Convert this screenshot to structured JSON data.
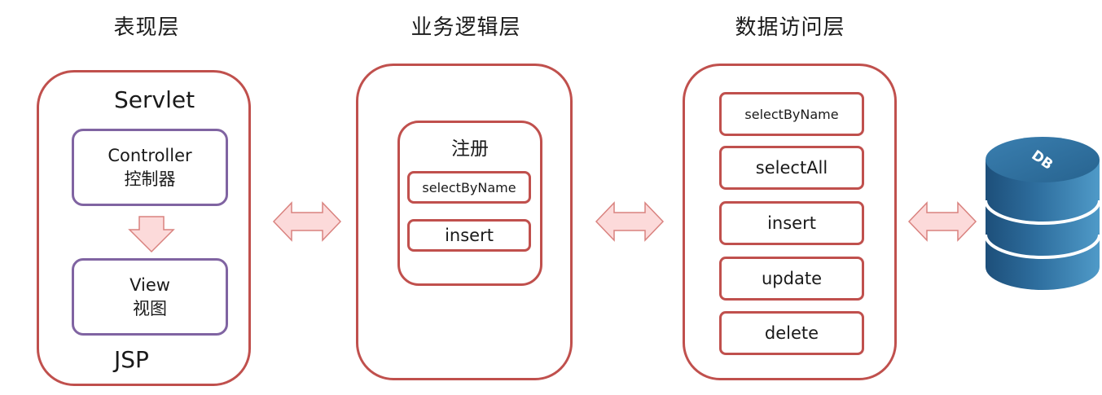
{
  "layers": [
    {
      "title": "表现层"
    },
    {
      "title": "业务逻辑层"
    },
    {
      "title": "数据访问层"
    }
  ],
  "presentation": {
    "servlet_label": "Servlet",
    "controller": {
      "line1": "Controller",
      "line2": "控制器"
    },
    "view": {
      "line1": "View",
      "line2": "视图"
    },
    "jsp_label": "JSP"
  },
  "business": {
    "register_label": "注册",
    "methods": [
      "selectByName",
      "insert"
    ]
  },
  "data_access": {
    "methods": [
      "selectByName",
      "selectAll",
      "insert",
      "update",
      "delete"
    ]
  },
  "database": {
    "label": "DB"
  },
  "colors": {
    "panel_border": "#c0504d",
    "purple_border": "#8064a2",
    "arrow_fill": "#fcdada",
    "arrow_stroke": "#d9827f",
    "db_blue": "#2e6e9e"
  }
}
